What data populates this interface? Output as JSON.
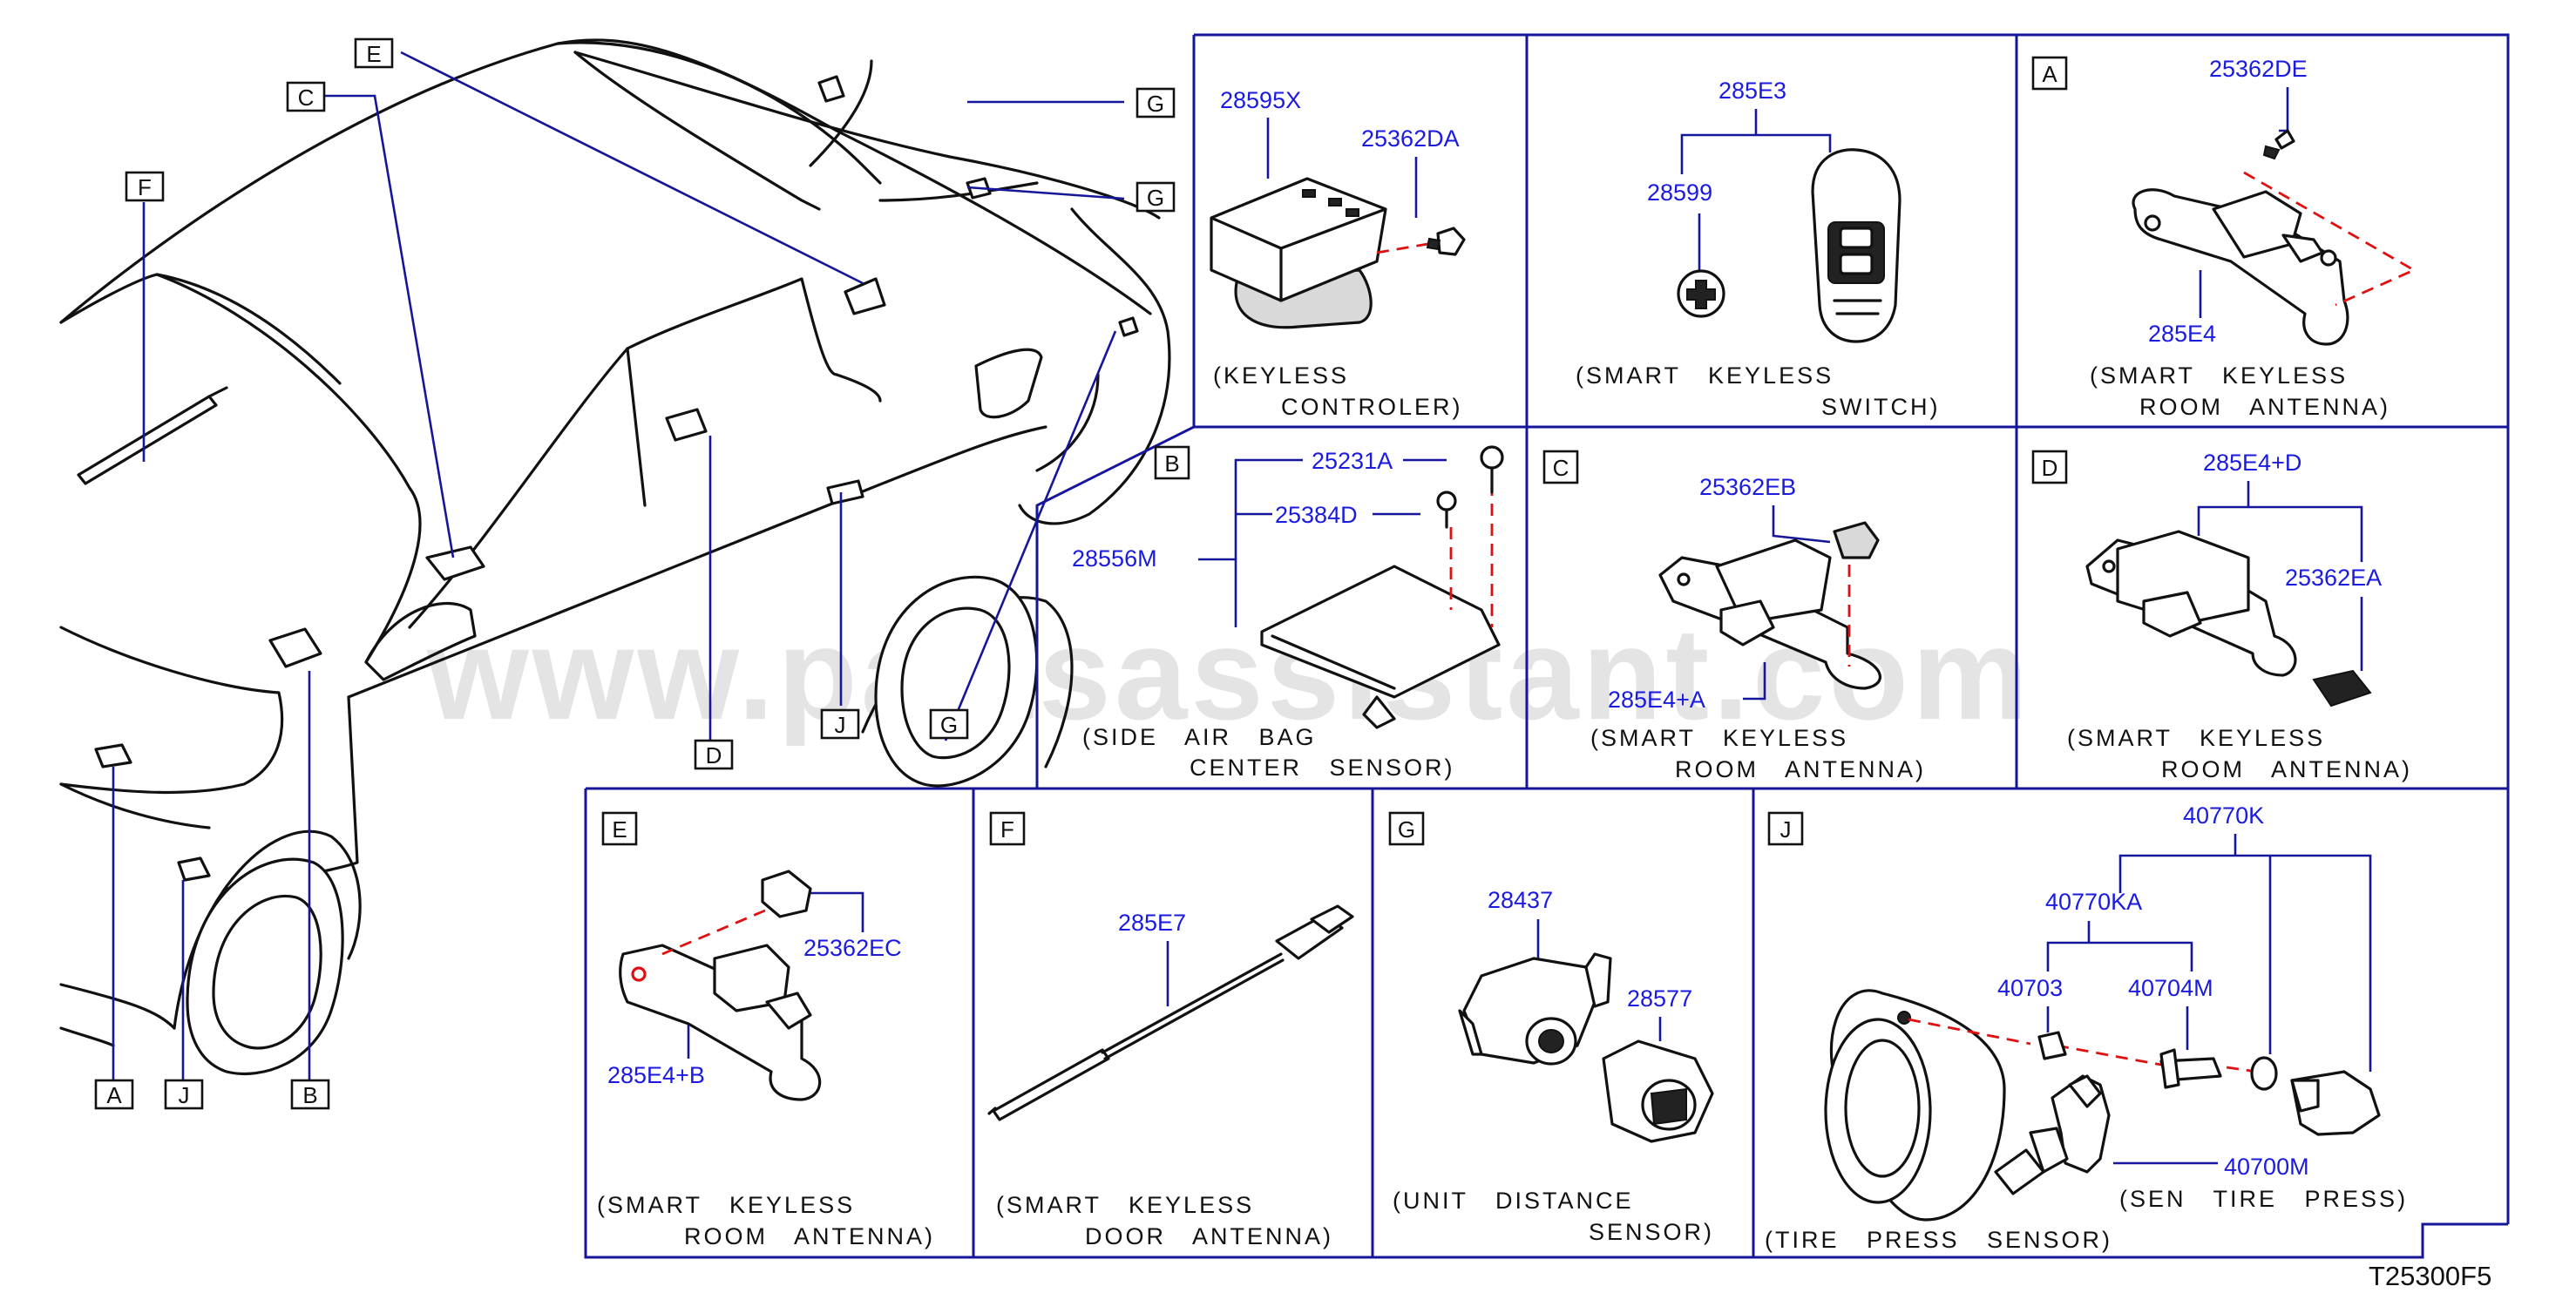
{
  "watermark": "www.partsassistant.com",
  "diagram_code": "T25300F5",
  "car_callouts": [
    "A",
    "B",
    "C",
    "D",
    "E",
    "F",
    "G",
    "J"
  ],
  "panels": {
    "keyless_controller": {
      "parts": [
        "28595X",
        "25362DA"
      ],
      "caption": [
        "(KEYLESS",
        "CONTROLER)"
      ]
    },
    "smart_keyless_switch": {
      "parts": [
        "285E3",
        "28599"
      ],
      "caption": [
        "(SMART   KEYLESS",
        "SWITCH)"
      ]
    },
    "A": {
      "letter": "A",
      "parts": [
        "25362DE",
        "285E4"
      ],
      "caption": [
        "(SMART   KEYLESS",
        "ROOM   ANTENNA)"
      ]
    },
    "B": {
      "letter": "B",
      "parts": [
        "25231A",
        "25384D",
        "28556M"
      ],
      "caption": [
        "(SIDE   AIR   BAG",
        "CENTER   SENSOR)"
      ]
    },
    "C": {
      "letter": "C",
      "parts": [
        "25362EB",
        "285E4+A"
      ],
      "caption": [
        "(SMART   KEYLESS",
        "ROOM   ANTENNA)"
      ]
    },
    "D": {
      "letter": "D",
      "parts": [
        "285E4+D",
        "25362EA"
      ],
      "caption": [
        "(SMART   KEYLESS",
        "ROOM   ANTENNA)"
      ]
    },
    "E": {
      "letter": "E",
      "parts": [
        "25362EC",
        "285E4+B"
      ],
      "caption": [
        "(SMART   KEYLESS",
        "ROOM   ANTENNA)"
      ]
    },
    "F": {
      "letter": "F",
      "parts": [
        "285E7"
      ],
      "caption": [
        "(SMART   KEYLESS",
        "DOOR   ANTENNA)"
      ]
    },
    "G": {
      "letter": "G",
      "parts": [
        "28437",
        "28577"
      ],
      "caption": [
        "(UNIT   DISTANCE",
        "SENSOR)"
      ]
    },
    "J": {
      "letter": "J",
      "parts": [
        "40770K",
        "40770KA",
        "40703",
        "40704M",
        "40700M"
      ],
      "caption": [
        "(TIRE   PRESS   SENSOR)",
        "(SEN   TIRE   PRESS)"
      ]
    }
  }
}
